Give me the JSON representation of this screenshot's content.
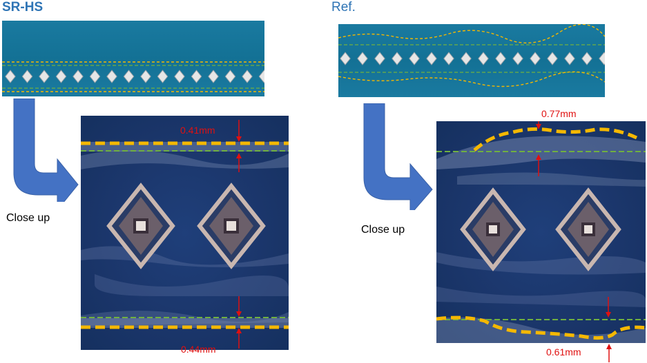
{
  "left_panel": {
    "title": "SR-HS",
    "caption": "Close up",
    "top_measurement": "0.41mm",
    "bottom_measurement": "0.44mm"
  },
  "right_panel": {
    "title": "Ref.",
    "caption": "Close up",
    "top_measurement": "0.77mm",
    "bottom_measurement": "0.61mm"
  },
  "colors": {
    "title": "#2e74b5",
    "arrow": "#4472c4",
    "measurement": "#e01010",
    "outline_orange": "#f5b800",
    "outline_green": "#70b040",
    "board": "#1a7aa0",
    "closeup_board": "#1b366b"
  },
  "icons": {
    "flow_arrow": "bent-down-right-arrow-icon",
    "measure_arrow": "red-arrow-icon"
  }
}
